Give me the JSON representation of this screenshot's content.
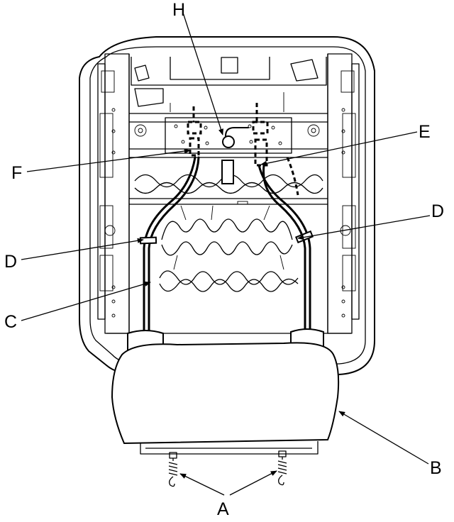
{
  "callouts": {
    "a": "A",
    "b": "B",
    "c": "C",
    "d_left": "D",
    "d_right": "D",
    "e": "E",
    "f": "F",
    "h": "H"
  },
  "colors": {
    "line": "#000000",
    "background": "#ffffff"
  }
}
